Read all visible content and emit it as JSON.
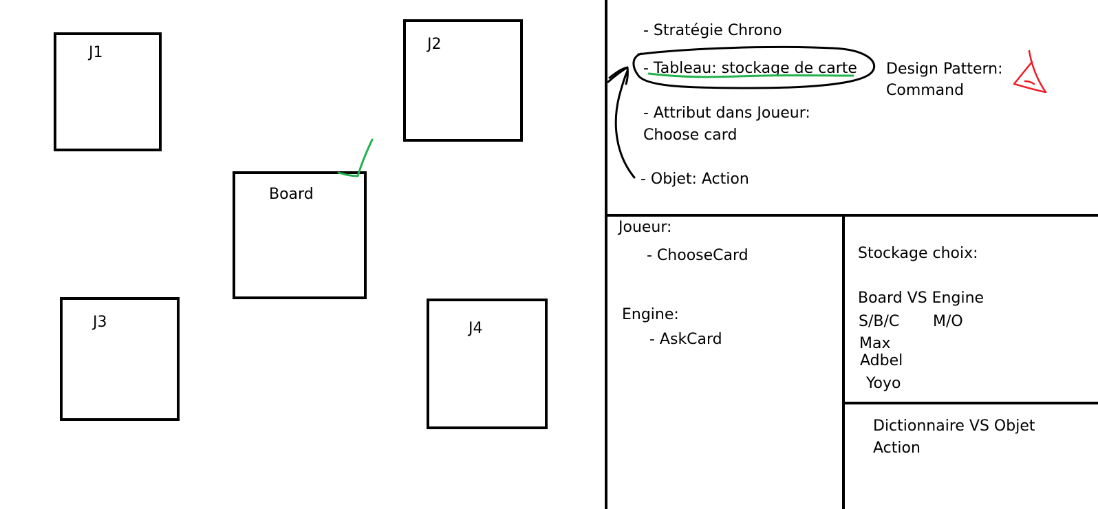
{
  "left_board": {
    "j1": "J1",
    "j2": "J2",
    "board": "Board",
    "j3": "J3",
    "j4": "J4"
  },
  "top_right": {
    "line1": "- Stratégie Chrono",
    "line2": "- Tableau: stockage de carte",
    "line3a": "- Attribut dans Joueur:",
    "line3b": "Choose card",
    "line4": "- Objet: Action",
    "design_pattern_a": "Design Pattern:",
    "design_pattern_b": "Command"
  },
  "bottom_left_panel": {
    "joueur": "Joueur:",
    "choose_card": "- ChooseCard",
    "engine": "Engine:",
    "ask_card": "- AskCard"
  },
  "bottom_right_panel": {
    "stockage": "Stockage choix:",
    "board_vs_engine": "Board VS Engine",
    "sbc": "S/B/C",
    "mo": "M/O",
    "max": "Max",
    "adbel": "Adbel",
    "yoyo": "Yoyo",
    "dict_a": "Dictionnaire VS Objet",
    "dict_b": "Action"
  },
  "colors": {
    "ink": "#000000",
    "check_green": "#22b14c",
    "triangle_red": "#ed1c24"
  }
}
